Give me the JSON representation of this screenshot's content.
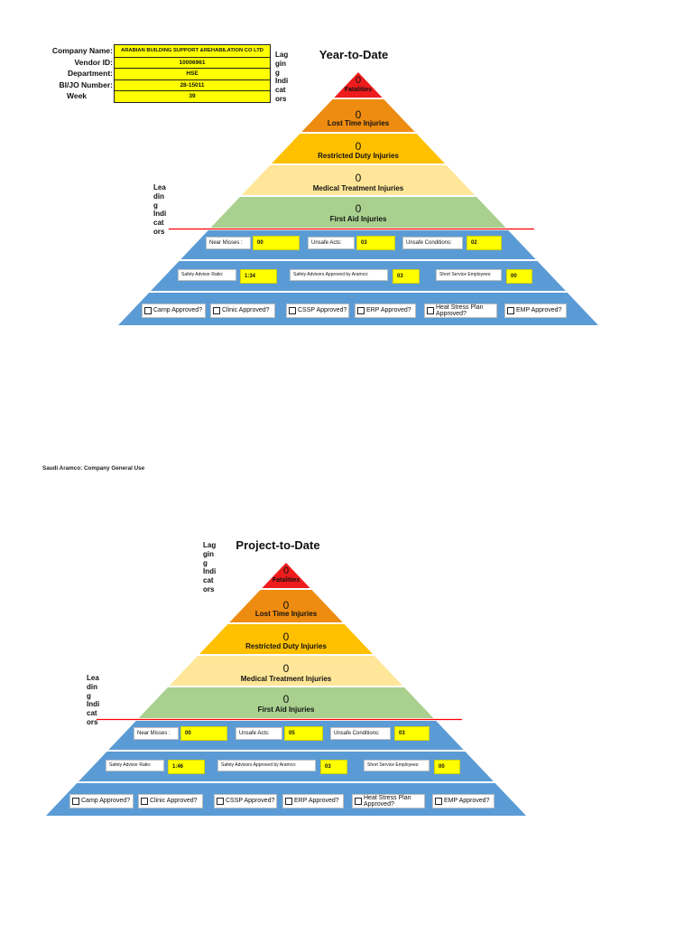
{
  "header": {
    "fields": [
      {
        "label": "Company Name:",
        "value": "ARABIAN BUILDING SUPPORT &REHABILATION CO LTD"
      },
      {
        "label": "Vendor ID:",
        "value": "10006961"
      },
      {
        "label": "Department:",
        "value": "HSE"
      },
      {
        "label": "BI/JO Number:",
        "value": "28-15011"
      },
      {
        "label": "Week",
        "value": "39"
      }
    ]
  },
  "footer": {
    "classification": "Saudi Aramco: Company General Use"
  },
  "colors": {
    "fatalities": "#EE1C1C",
    "lost_time": "#EE8C11",
    "restricted_duty": "#FFC000",
    "medical_treatment": "#FFE699",
    "first_aid": "#A9D08E",
    "leading": "#5B9BD5",
    "value_fill": "#FFFF00",
    "divider_line": "#FF0000"
  },
  "pyramids": [
    {
      "title": "Year-to-Date",
      "lagging_indicators_label": [
        "Lag",
        "gin",
        "g",
        "Indi",
        "cat",
        "ors"
      ],
      "leading_indicators_label": [
        "Lea",
        "din",
        "g",
        "Indi",
        "cat",
        "ors"
      ],
      "lagging": [
        {
          "label": "Fatalities",
          "value": "0"
        },
        {
          "label": "Lost Time Injuries",
          "value": "0"
        },
        {
          "label": "Restricted Duty Injuries",
          "value": "0"
        },
        {
          "label": "Medical Treatment Injuries",
          "value": "0"
        },
        {
          "label": "First Aid Injuries",
          "value": "0"
        }
      ],
      "leading_counts": [
        {
          "label": "Near Misses :",
          "value": "00"
        },
        {
          "label": "Unsafe Acts:",
          "value": "03"
        },
        {
          "label": "Unsafe Conditions:",
          "value": "02"
        }
      ],
      "leading_staffing": [
        {
          "label": "Safety Advisor Ratio:",
          "value": "1:34"
        },
        {
          "label": "Safety Advisors Approved by Aramco:",
          "value": "03"
        },
        {
          "label": "Short Service Employees:",
          "value": "00"
        }
      ],
      "approvals": [
        {
          "label": "Camp Approved?",
          "checked": false
        },
        {
          "label": "Clinic Approved?",
          "checked": false
        },
        {
          "label": "CSSP Approved?",
          "checked": false
        },
        {
          "label": "ERP Approved?",
          "checked": false
        },
        {
          "label": "Heat Stress Plan Approved?",
          "checked": false
        },
        {
          "label": "EMP Approved?",
          "checked": false
        }
      ]
    },
    {
      "title": "Project-to-Date",
      "lagging_indicators_label": [
        "Lag",
        "gin",
        "g",
        "Indi",
        "cat",
        "ors"
      ],
      "leading_indicators_label": [
        "Lea",
        "din",
        "g",
        "Indi",
        "cat",
        "ors"
      ],
      "lagging": [
        {
          "label": "Fatalities",
          "value": "0"
        },
        {
          "label": "Lost Time Injuries",
          "value": "0"
        },
        {
          "label": "Restricted Duty Injuries",
          "value": "0"
        },
        {
          "label": "Medical Treatment Injuries",
          "value": "0"
        },
        {
          "label": "First Aid Injuries",
          "value": "0"
        }
      ],
      "leading_counts": [
        {
          "label": "Near Misses :",
          "value": "00"
        },
        {
          "label": "Unsafe Acts:",
          "value": "05"
        },
        {
          "label": "Unsafe Conditions:",
          "value": "03"
        }
      ],
      "leading_staffing": [
        {
          "label": "Safety Advisor Ratio:",
          "value": "1:46"
        },
        {
          "label": "Safety Advisors Approved by Aramco:",
          "value": "03"
        },
        {
          "label": "Short Service Employees:",
          "value": "00"
        }
      ],
      "approvals": [
        {
          "label": "Camp Approved?",
          "checked": false
        },
        {
          "label": "Clinic Approved?",
          "checked": false
        },
        {
          "label": "CSSP Approved?",
          "checked": false
        },
        {
          "label": "ERP Approved?",
          "checked": false
        },
        {
          "label": "Heat Stress Plan Approved?",
          "checked": false
        },
        {
          "label": "EMP Approved?",
          "checked": false
        }
      ]
    }
  ]
}
